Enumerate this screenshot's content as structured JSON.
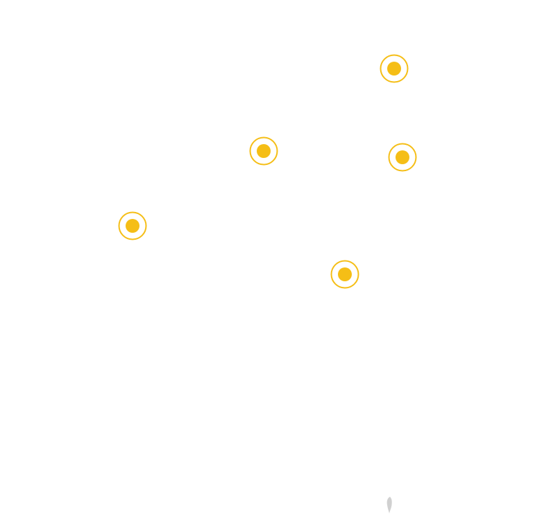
{
  "map": {
    "marker_color": "#F5BE16",
    "marker_ring_color": "#F5BE16",
    "markers": [
      {
        "name": "map-marker-1",
        "icon": "location-dot-icon"
      },
      {
        "name": "map-marker-2",
        "icon": "location-dot-icon"
      },
      {
        "name": "map-marker-3",
        "icon": "location-dot-icon"
      },
      {
        "name": "map-marker-4",
        "icon": "location-dot-icon"
      },
      {
        "name": "map-marker-5",
        "icon": "location-dot-icon"
      }
    ],
    "pin_icon": "map-pin-icon",
    "pin_color": "#D0D0D0"
  }
}
